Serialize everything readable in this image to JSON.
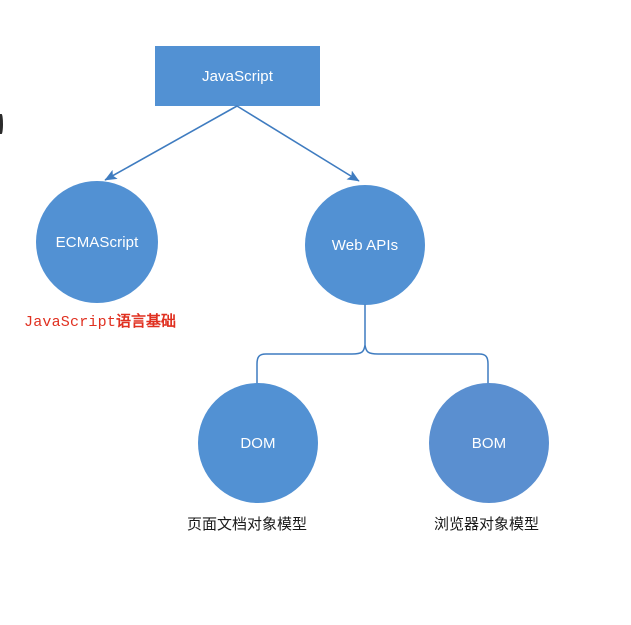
{
  "diagram": {
    "title": "JavaScript composition diagram",
    "colors": {
      "node_fill": "#5291d3",
      "node_fill_alt": "#5a8fd0",
      "connector": "#3f7cc0",
      "caption_text": "#1a1a1a",
      "red_text": "#e03020",
      "background": "#ffffff"
    },
    "nodes": {
      "root": {
        "label": "JavaScript",
        "shape": "rectangle"
      },
      "ecmascript": {
        "label": "ECMAScript",
        "shape": "circle"
      },
      "webapis": {
        "label": "Web APIs",
        "shape": "circle"
      },
      "dom": {
        "label": "DOM",
        "shape": "circle"
      },
      "bom": {
        "label": "BOM",
        "shape": "circle"
      }
    },
    "captions": {
      "ecmascript_latin": "JavaScript",
      "ecmascript_cjk": "语言基础",
      "dom": "页面文档对象模型",
      "bom": "浏览器对象模型"
    }
  }
}
